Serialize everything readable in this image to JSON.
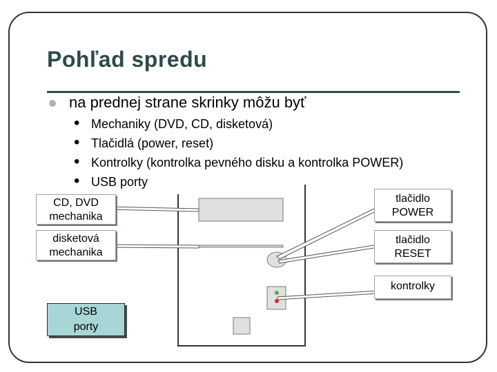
{
  "title": "Pohľad spredu",
  "main_bullet": "na prednej strane skrinky môžu byť",
  "sub_bullets": [
    "Mechaniky (DVD, CD, disketová)",
    "Tlačidlá (power, reset)",
    "Kontrolky (kontrolka pevného disku a kontrolka POWER)",
    "USB porty"
  ],
  "labels": {
    "cd_dvd": [
      "CD, DVD",
      "mechanika"
    ],
    "floppy": [
      "disketová",
      "mechanika"
    ],
    "power_button": [
      "tlačidlo",
      "POWER"
    ],
    "reset_button": [
      "tlačidlo",
      "RESET"
    ],
    "indicators": "kontrolky",
    "usb": [
      "USB",
      "porty"
    ]
  },
  "colors": {
    "title": "#2d4a4a",
    "usb_label_fill": "#a8d6d6",
    "drive_fill": "#e0e0e0",
    "led_green": "#5cae3a",
    "led_red": "#c83228"
  }
}
